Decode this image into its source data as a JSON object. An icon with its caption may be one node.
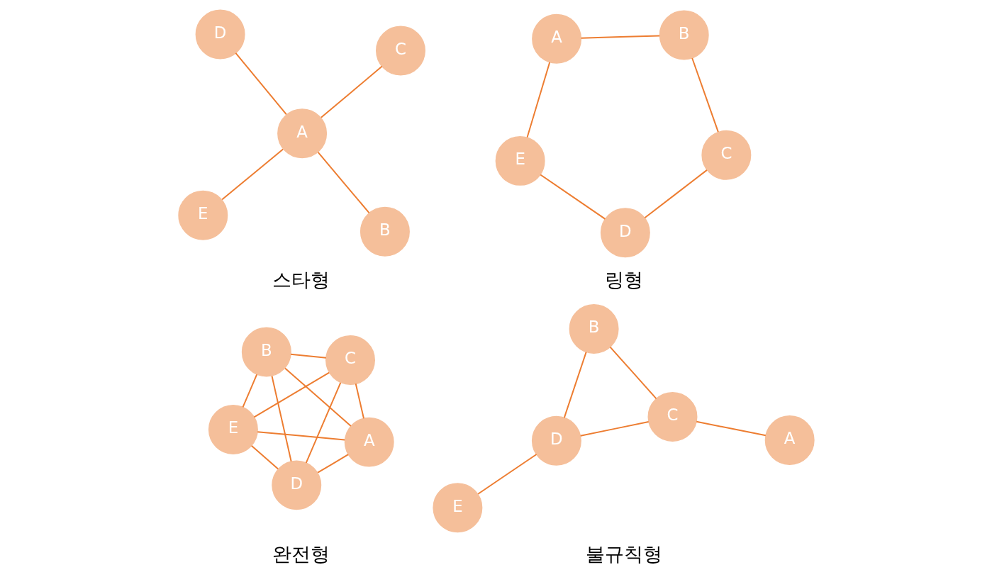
{
  "diagram": {
    "nodes": [
      {
        "text": [
          "E"
        ]
      },
      {
        "text": [
          "B"
        ]
      },
      {
        "text": [
          "A"
        ]
      },
      {
        "text": [
          "D"
        ]
      },
      {
        "text": [
          "C"
        ]
      },
      {
        "text": [
          "E"
        ]
      },
      {
        "text": [
          "A"
        ]
      },
      {
        "text": [
          "D"
        ]
      },
      {
        "text": [
          "B"
        ]
      },
      {
        "text": [
          "C"
        ]
      },
      {
        "text": [
          "E"
        ]
      },
      {
        "text": [
          "A"
        ]
      },
      {
        "text": [
          "D"
        ]
      },
      {
        "text": [
          "B"
        ]
      },
      {
        "text": [
          "C"
        ]
      },
      {
        "text": [
          "E"
        ]
      },
      {
        "text": [
          "A"
        ]
      },
      {
        "text": [
          "D"
        ]
      },
      {
        "text": [
          "B"
        ]
      },
      {
        "text": [
          "C"
        ]
      }
    ],
    "edges": [
      {
        "from": 2,
        "to": 0,
        "arrow": "none"
      },
      {
        "from": 2,
        "to": 1,
        "arrow": "none"
      },
      {
        "from": 2,
        "to": 3,
        "arrow": "none"
      },
      {
        "from": 2,
        "to": 4,
        "arrow": "none"
      },
      {
        "from": 6,
        "to": 5,
        "arrow": "none"
      },
      {
        "from": 5,
        "to": 7,
        "arrow": "none"
      },
      {
        "from": 7,
        "to": 9,
        "arrow": "none"
      },
      {
        "from": 9,
        "to": 8,
        "arrow": "none"
      },
      {
        "from": 8,
        "to": 6,
        "arrow": "none"
      },
      {
        "from": 10,
        "to": 11,
        "arrow": "none"
      },
      {
        "from": 10,
        "to": 12,
        "arrow": "none"
      },
      {
        "from": 10,
        "to": 13,
        "arrow": "none"
      },
      {
        "from": 10,
        "to": 14,
        "arrow": "none"
      },
      {
        "from": 11,
        "to": 12,
        "arrow": "none"
      },
      {
        "from": 11,
        "to": 13,
        "arrow": "none"
      },
      {
        "from": 11,
        "to": 14,
        "arrow": "none"
      },
      {
        "from": 12,
        "to": 13,
        "arrow": "none"
      },
      {
        "from": 12,
        "to": 14,
        "arrow": "none"
      },
      {
        "from": 13,
        "to": 14,
        "arrow": "none"
      },
      {
        "from": 15,
        "to": 17,
        "arrow": "none"
      },
      {
        "from": 16,
        "to": 19,
        "arrow": "none"
      },
      {
        "from": 17,
        "to": 18,
        "arrow": "none"
      },
      {
        "from": 17,
        "to": 19,
        "arrow": "none"
      },
      {
        "from": 18,
        "to": 19,
        "arrow": "none"
      }
    ],
    "labels": [
      "스타형",
      "링형",
      "완전형",
      "불규칙형"
    ]
  }
}
